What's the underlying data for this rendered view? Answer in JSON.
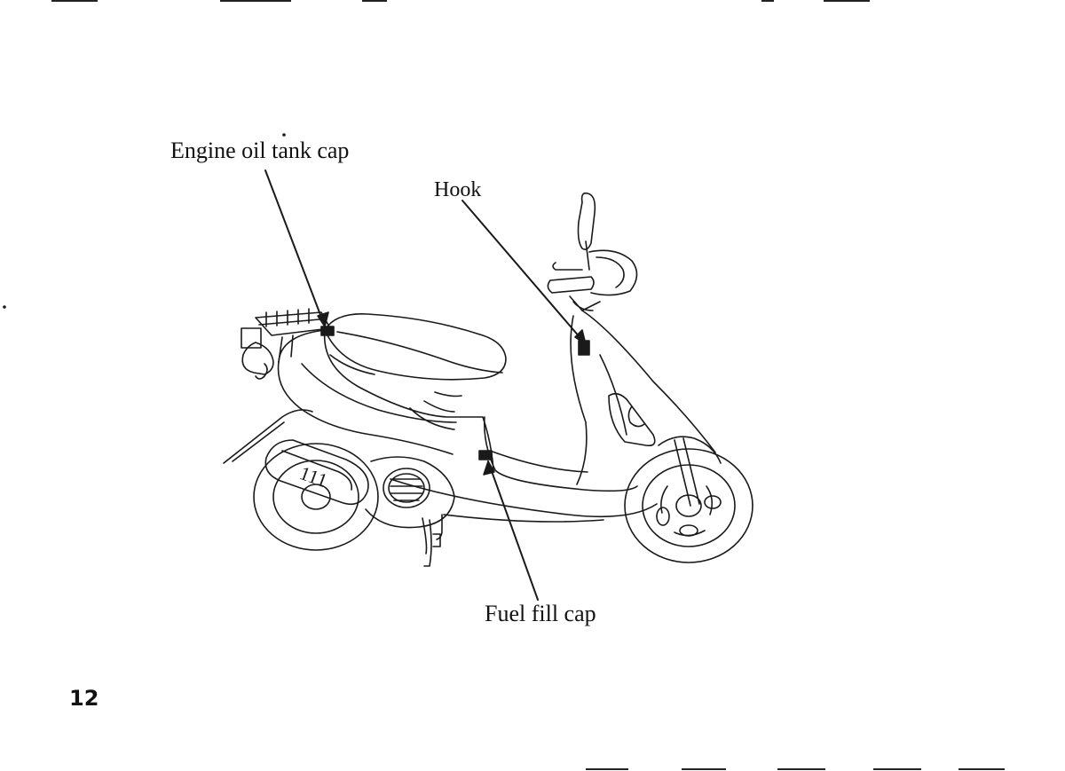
{
  "figure": {
    "callouts": {
      "engine_oil_tank_cap": "Engine oil tank cap",
      "hook": "Hook",
      "fuel_fill_cap": "Fuel fill cap"
    },
    "muffler_marking": "111"
  },
  "footer": {
    "page_number": "12"
  }
}
